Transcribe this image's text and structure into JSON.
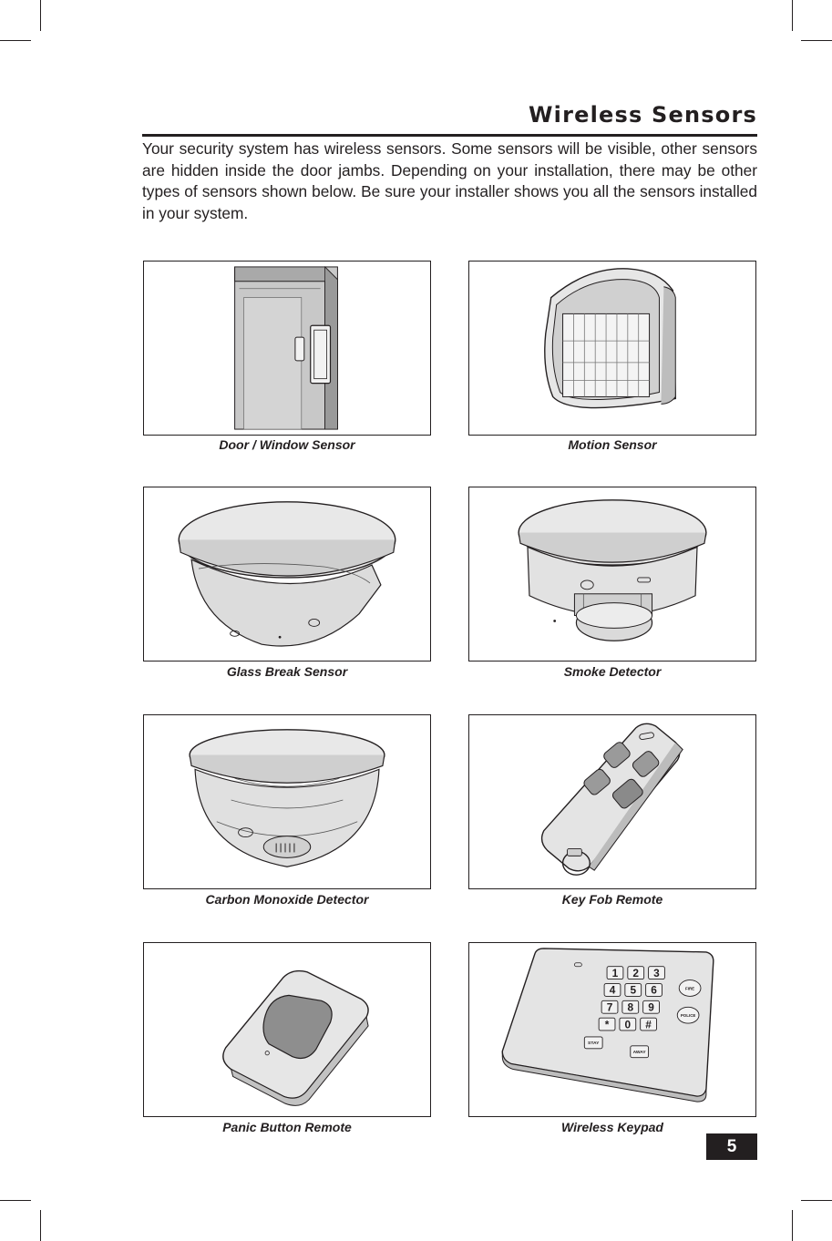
{
  "header": {
    "title": "Wireless Sensors"
  },
  "intro_text": "Your security system has wireless sensors. Some sensors will be visible, other sensors are hidden inside the door jambs. Depending on your installation, there may be other types of sensors shown below. Be sure your installer shows you all the sensors installed in your system.",
  "sensors": [
    {
      "caption": "Door / Window Sensor",
      "icon": "door-window-sensor-illustration"
    },
    {
      "caption": "Motion Sensor",
      "icon": "motion-sensor-illustration"
    },
    {
      "caption": "Glass Break Sensor",
      "icon": "glass-break-sensor-illustration"
    },
    {
      "caption": "Smoke Detector",
      "icon": "smoke-detector-illustration"
    },
    {
      "caption": "Carbon Monoxide Detector",
      "icon": "carbon-monoxide-detector-illustration"
    },
    {
      "caption": "Key Fob Remote",
      "icon": "key-fob-remote-illustration"
    },
    {
      "caption": "Panic Button Remote",
      "icon": "panic-button-remote-illustration"
    },
    {
      "caption": "Wireless Keypad",
      "icon": "wireless-keypad-illustration"
    }
  ],
  "keypad": {
    "keys": [
      "1",
      "2",
      "3",
      "4",
      "5",
      "6",
      "7",
      "8",
      "9",
      "*",
      "0",
      "#"
    ],
    "side_buttons": [
      "FIRE",
      "POLICE"
    ],
    "bottom_buttons": [
      "STAY",
      "AWAY"
    ]
  },
  "page_number": "5",
  "colors": {
    "ink": "#231f20",
    "device_fill": "#d9d9d9",
    "device_dark": "#8a8a8a"
  }
}
